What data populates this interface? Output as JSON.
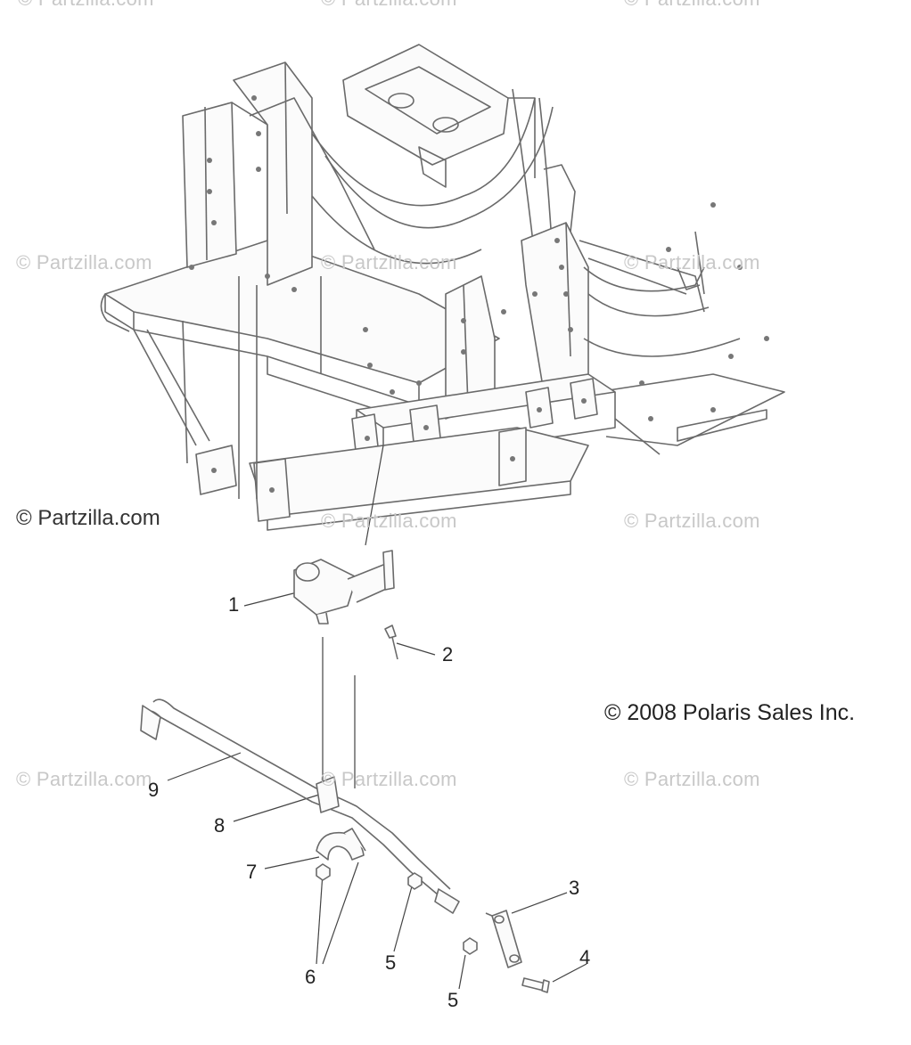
{
  "watermark": "© Partzilla.com",
  "main_watermark": "© Partzilla.com",
  "copyright": "© 2008 Polaris Sales Inc.",
  "callouts": [
    "1",
    "2",
    "3",
    "4",
    "5",
    "5",
    "6",
    "7",
    "8",
    "9"
  ]
}
